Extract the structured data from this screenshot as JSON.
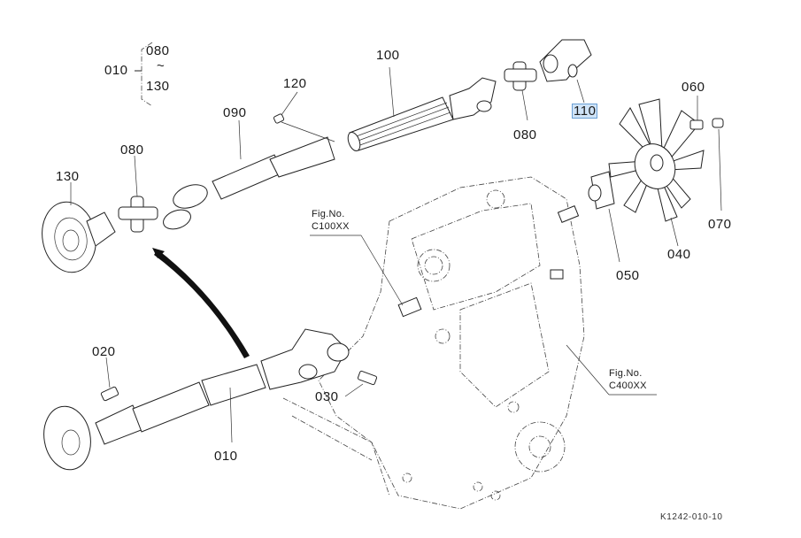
{
  "diagram": {
    "type": "exploded-parts-diagram",
    "figure_code": "K1242-010-10",
    "group_bracket": {
      "label": "010",
      "range_from": "080",
      "range_sep": "~",
      "range_to": "130"
    },
    "parts": [
      {
        "id": "p010",
        "number": "010"
      },
      {
        "id": "p020",
        "number": "020"
      },
      {
        "id": "p030",
        "number": "030"
      },
      {
        "id": "p040",
        "number": "040"
      },
      {
        "id": "p050",
        "number": "050"
      },
      {
        "id": "p060",
        "number": "060"
      },
      {
        "id": "p070",
        "number": "070"
      },
      {
        "id": "p080a",
        "number": "080"
      },
      {
        "id": "p080b",
        "number": "080"
      },
      {
        "id": "p090",
        "number": "090"
      },
      {
        "id": "p100",
        "number": "100"
      },
      {
        "id": "p110",
        "number": "110",
        "highlighted": true
      },
      {
        "id": "p120",
        "number": "120"
      },
      {
        "id": "p130",
        "number": "130"
      }
    ],
    "figure_refs": [
      {
        "line1": "Fig.No.",
        "line2": "C100XX"
      },
      {
        "line1": "Fig.No.",
        "line2": "C400XX"
      }
    ],
    "highlight_color": "#cfe3f7"
  }
}
